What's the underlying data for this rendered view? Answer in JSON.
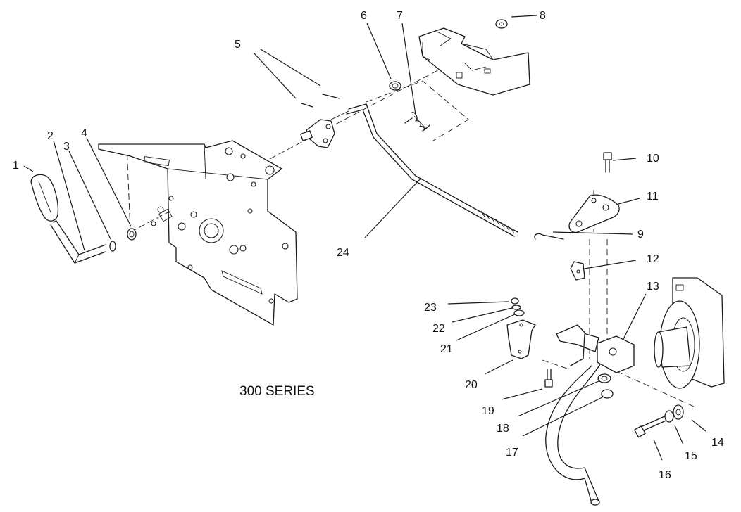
{
  "series_label": "300 SERIES",
  "callouts": [
    "1",
    "2",
    "3",
    "4",
    "5",
    "6",
    "7",
    "8",
    "9",
    "10",
    "11",
    "12",
    "13",
    "14",
    "15",
    "16",
    "17",
    "18",
    "19",
    "20",
    "21",
    "22",
    "23",
    "24"
  ]
}
